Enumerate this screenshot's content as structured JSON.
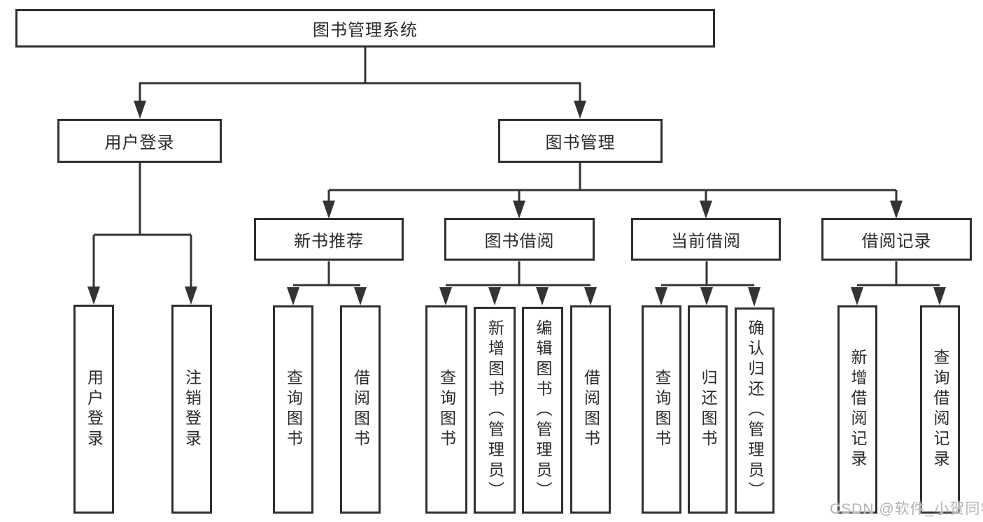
{
  "tree": {
    "root": {
      "label": "图书管理系统"
    },
    "branches": [
      {
        "label": "用户登录",
        "children": [
          {
            "label": "用户登录"
          },
          {
            "label": "注销登录"
          }
        ]
      },
      {
        "label": "图书管理",
        "children": [
          {
            "label": "新书推荐",
            "children": [
              {
                "label": "查询图书"
              },
              {
                "label": "借阅图书"
              }
            ]
          },
          {
            "label": "图书借阅",
            "children": [
              {
                "label": "查询图书"
              },
              {
                "label": "新增图书（管理员）"
              },
              {
                "label": "编辑图书（管理员）"
              },
              {
                "label": "借阅图书"
              }
            ]
          },
          {
            "label": "当前借阅",
            "children": [
              {
                "label": "查询图书"
              },
              {
                "label": "归还图书"
              },
              {
                "label": "确认归还（管理员）"
              }
            ]
          },
          {
            "label": "借阅记录",
            "children": [
              {
                "label": "新增借阅记录"
              },
              {
                "label": "查询借阅记录"
              }
            ]
          }
        ]
      }
    ]
  },
  "watermark": "CSDN @软件_小贺同学",
  "colors": {
    "line": "#333333",
    "box_border": "#2f2f2f",
    "text": "#2b2b2b",
    "watermark": "#b3b3b3",
    "background": "#ffffff"
  }
}
